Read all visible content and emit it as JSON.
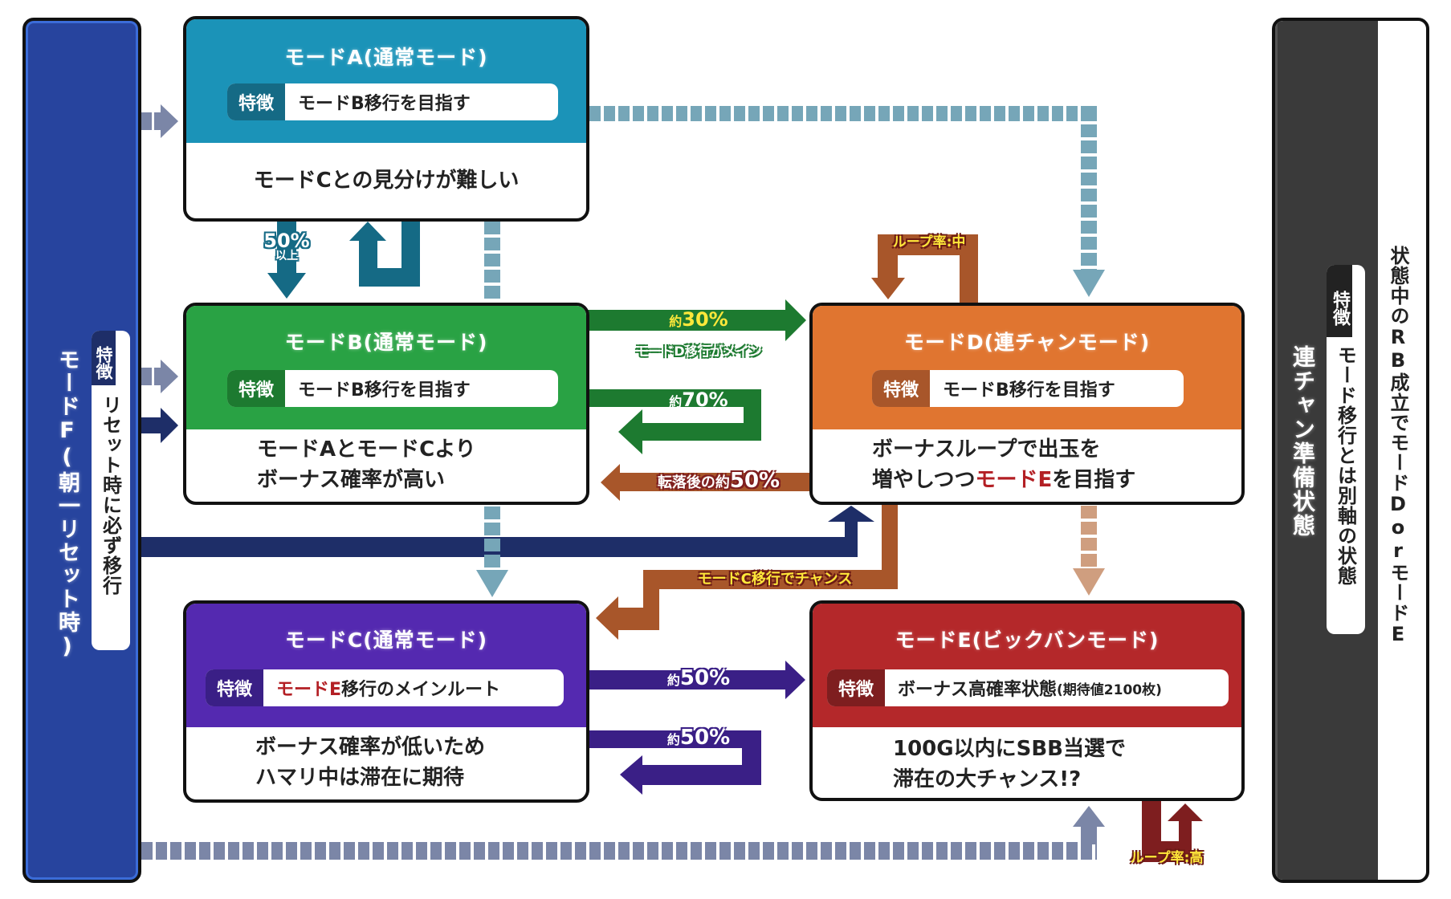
{
  "colors": {
    "modeA": "#1b93b8",
    "modeA_dark": "#156a85",
    "modeB": "#29a244",
    "modeB_dark": "#1d7a30",
    "modeC": "#5429b0",
    "modeC_dark": "#3a1f86",
    "modeD": "#e07530",
    "modeD_dark": "#a8562a",
    "modeE": "#b4282a",
    "modeE_dark": "#7e1e1f",
    "modeF": "#27449e",
    "modeF_dark": "#1e2e68",
    "right_panel": "#3a3a3a",
    "dashed_teal": "#76a6b8",
    "dashed_slate": "#7b86a7",
    "dashed_tan": "#cf9e7f",
    "accent_red": "#b31f24",
    "label_yellow": "#ffe83a"
  },
  "feature_tag": "特徴",
  "modes": {
    "A": {
      "title": "モードA(通常モード)",
      "feature": "モードB移行を目指す",
      "body": [
        "モードCとの見分けが難しい"
      ]
    },
    "B": {
      "title": "モードB(通常モード)",
      "feature": "モードB移行を目指す",
      "body": [
        "モードAとモードCより",
        "ボーナス確率が高い"
      ]
    },
    "C": {
      "title": "モードC(通常モード)",
      "feature_highlight": "モードE",
      "feature_rest": "移行のメインルート",
      "body": [
        "ボーナス確率が低いため",
        "ハマリ中は滞在に期待"
      ]
    },
    "D": {
      "title": "モードD(連チャンモード)",
      "feature": "モードB移行を目指す",
      "body_line1": "ボーナスループで出玉を",
      "body_line2_pre": "増やしつつ",
      "body_line2_highlight": "モードE",
      "body_line2_post": "を目指す"
    },
    "E": {
      "title": "モードE(ビックバンモード)",
      "feature_main": "ボーナス高確率状態",
      "feature_sub": "(期待値2100枚)",
      "body": [
        "100G以内にSBB当選で",
        "滞在の大チャンス!?"
      ]
    },
    "F": {
      "title": "モードF(朝一リセット時)",
      "feature": "リセット時に必ず移行"
    }
  },
  "right_panel": {
    "title": "連チャン準備状態",
    "feature": "モード移行とは別軸の状態",
    "note": "状態中のRB成立でモードDorモードE"
  },
  "transitions": {
    "a_to_b": {
      "pct": "50%",
      "sub": "以上"
    },
    "b_to_d": {
      "prefix": "約",
      "pct": "30%",
      "note": "モードD移行がメイン"
    },
    "b_stay": {
      "prefix": "約",
      "pct": "70%"
    },
    "d_to_b": {
      "prefix": "転落後の約",
      "pct": "50%"
    },
    "d_loop": "ループ率:中",
    "d_to_c": "モードC移行でチャンス",
    "c_to_e": {
      "prefix": "約",
      "pct": "50%"
    },
    "c_stay": {
      "prefix": "約",
      "pct": "50%"
    },
    "e_loop": "ループ率:高"
  }
}
